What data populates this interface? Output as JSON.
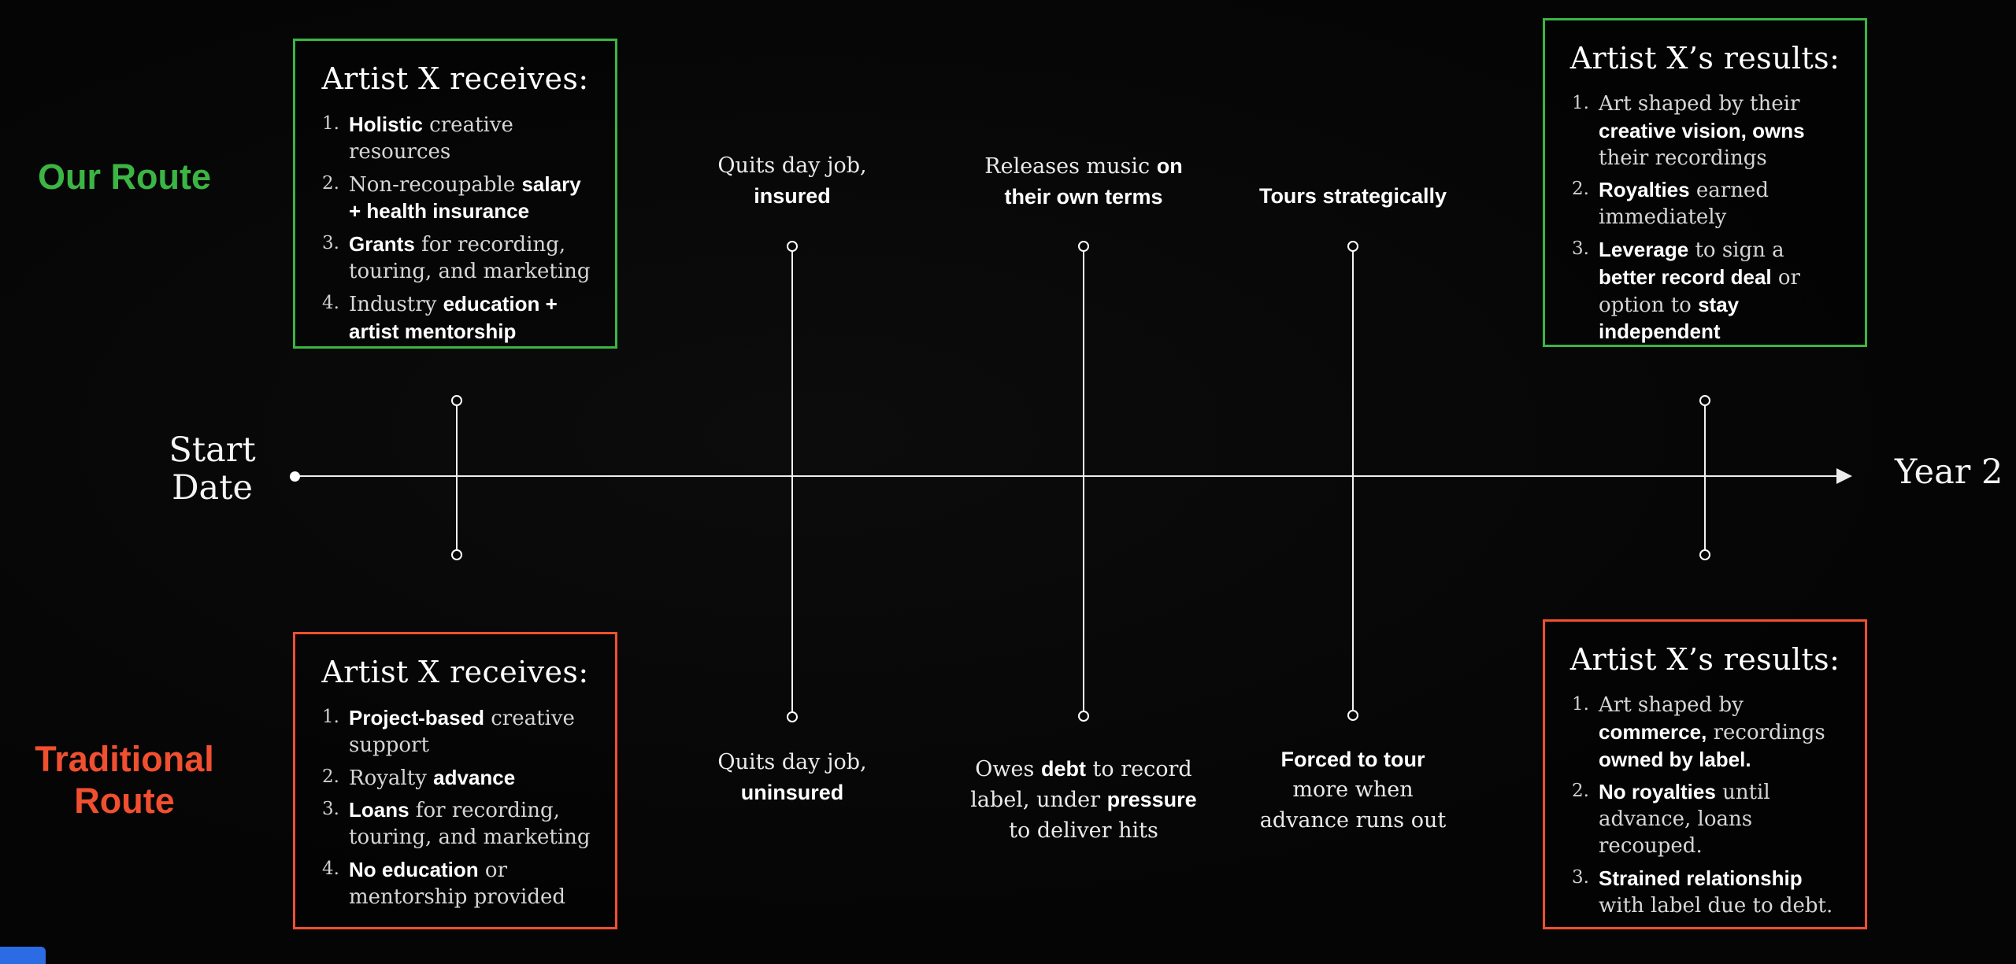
{
  "colors": {
    "green": "#3bb543",
    "red": "#f04f30",
    "background": "#060606",
    "text": "#ffffff"
  },
  "route_labels": {
    "our": "Our Route",
    "traditional": [
      "Traditional",
      "Route"
    ]
  },
  "timeline": {
    "start": [
      "Start",
      "Date"
    ],
    "end": "Year 2"
  },
  "boxes": {
    "our_receives": {
      "title": "Artist X receives:",
      "items": [
        [
          {
            "b": true,
            "t": "Holistic"
          },
          {
            "t": " creative resources"
          }
        ],
        [
          {
            "t": "Non-recoupable "
          },
          {
            "b": true,
            "t": "salary + health insurance"
          }
        ],
        [
          {
            "b": true,
            "t": "Grants"
          },
          {
            "t": " for recording, touring, and marketing"
          }
        ],
        [
          {
            "t": "Industry "
          },
          {
            "b": true,
            "t": "education + artist mentorship"
          }
        ]
      ]
    },
    "trad_receives": {
      "title": "Artist X receives:",
      "items": [
        [
          {
            "b": true,
            "t": "Project-based"
          },
          {
            "t": " creative support"
          }
        ],
        [
          {
            "t": "Royalty "
          },
          {
            "b": true,
            "t": "advance"
          }
        ],
        [
          {
            "b": true,
            "t": "Loans"
          },
          {
            "t": " for recording, touring, and marketing"
          }
        ],
        [
          {
            "b": true,
            "t": "No education"
          },
          {
            "t": " or mentorship provided"
          }
        ]
      ]
    },
    "our_results": {
      "title": "Artist X’s results:",
      "items": [
        [
          {
            "t": "Art shaped by their "
          },
          {
            "b": true,
            "t": "creative vision, owns"
          },
          {
            "t": " their recordings"
          }
        ],
        [
          {
            "b": true,
            "t": "Royalties"
          },
          {
            "t": " earned immediately"
          }
        ],
        [
          {
            "b": true,
            "t": "Leverage"
          },
          {
            "t": " to sign a "
          },
          {
            "b": true,
            "t": "better record deal"
          },
          {
            "t": " or option to "
          },
          {
            "b": true,
            "t": "stay independent"
          }
        ]
      ]
    },
    "trad_results": {
      "title": "Artist X’s results:",
      "items": [
        [
          {
            "t": "Art shaped by "
          },
          {
            "b": true,
            "t": "commerce,"
          },
          {
            "t": " recordings "
          },
          {
            "b": true,
            "t": "owned by label."
          }
        ],
        [
          {
            "b": true,
            "t": "No royalties"
          },
          {
            "t": " until advance, loans recouped."
          }
        ],
        [
          {
            "b": true,
            "t": "Strained relationship"
          },
          {
            "t": " with label due to debt."
          }
        ]
      ]
    }
  },
  "milestones": {
    "top": [
      {
        "lines": [
          [
            {
              "t": "Quits day job,"
            }
          ],
          [
            {
              "b": true,
              "t": "insured"
            }
          ]
        ]
      },
      {
        "lines": [
          [
            {
              "t": "Releases music "
            },
            {
              "b": true,
              "t": "on"
            }
          ],
          [
            {
              "b": true,
              "t": "their own terms"
            }
          ]
        ]
      },
      {
        "lines": [
          [
            {
              "b": true,
              "t": "Tours strategically"
            }
          ]
        ]
      }
    ],
    "bottom": [
      {
        "lines": [
          [
            {
              "t": "Quits day job,"
            }
          ],
          [
            {
              "b": true,
              "t": "uninsured"
            }
          ]
        ]
      },
      {
        "lines": [
          [
            {
              "t": "Owes "
            },
            {
              "b": true,
              "t": "debt"
            },
            {
              "t": " to record"
            }
          ],
          [
            {
              "t": "label, under "
            },
            {
              "b": true,
              "t": "pressure"
            }
          ],
          [
            {
              "t": "to deliver hits"
            }
          ]
        ]
      },
      {
        "lines": [
          [
            {
              "b": true,
              "t": "Forced to tour"
            }
          ],
          [
            {
              "t": "more when"
            }
          ],
          [
            {
              "t": "advance runs out"
            }
          ]
        ]
      }
    ]
  }
}
